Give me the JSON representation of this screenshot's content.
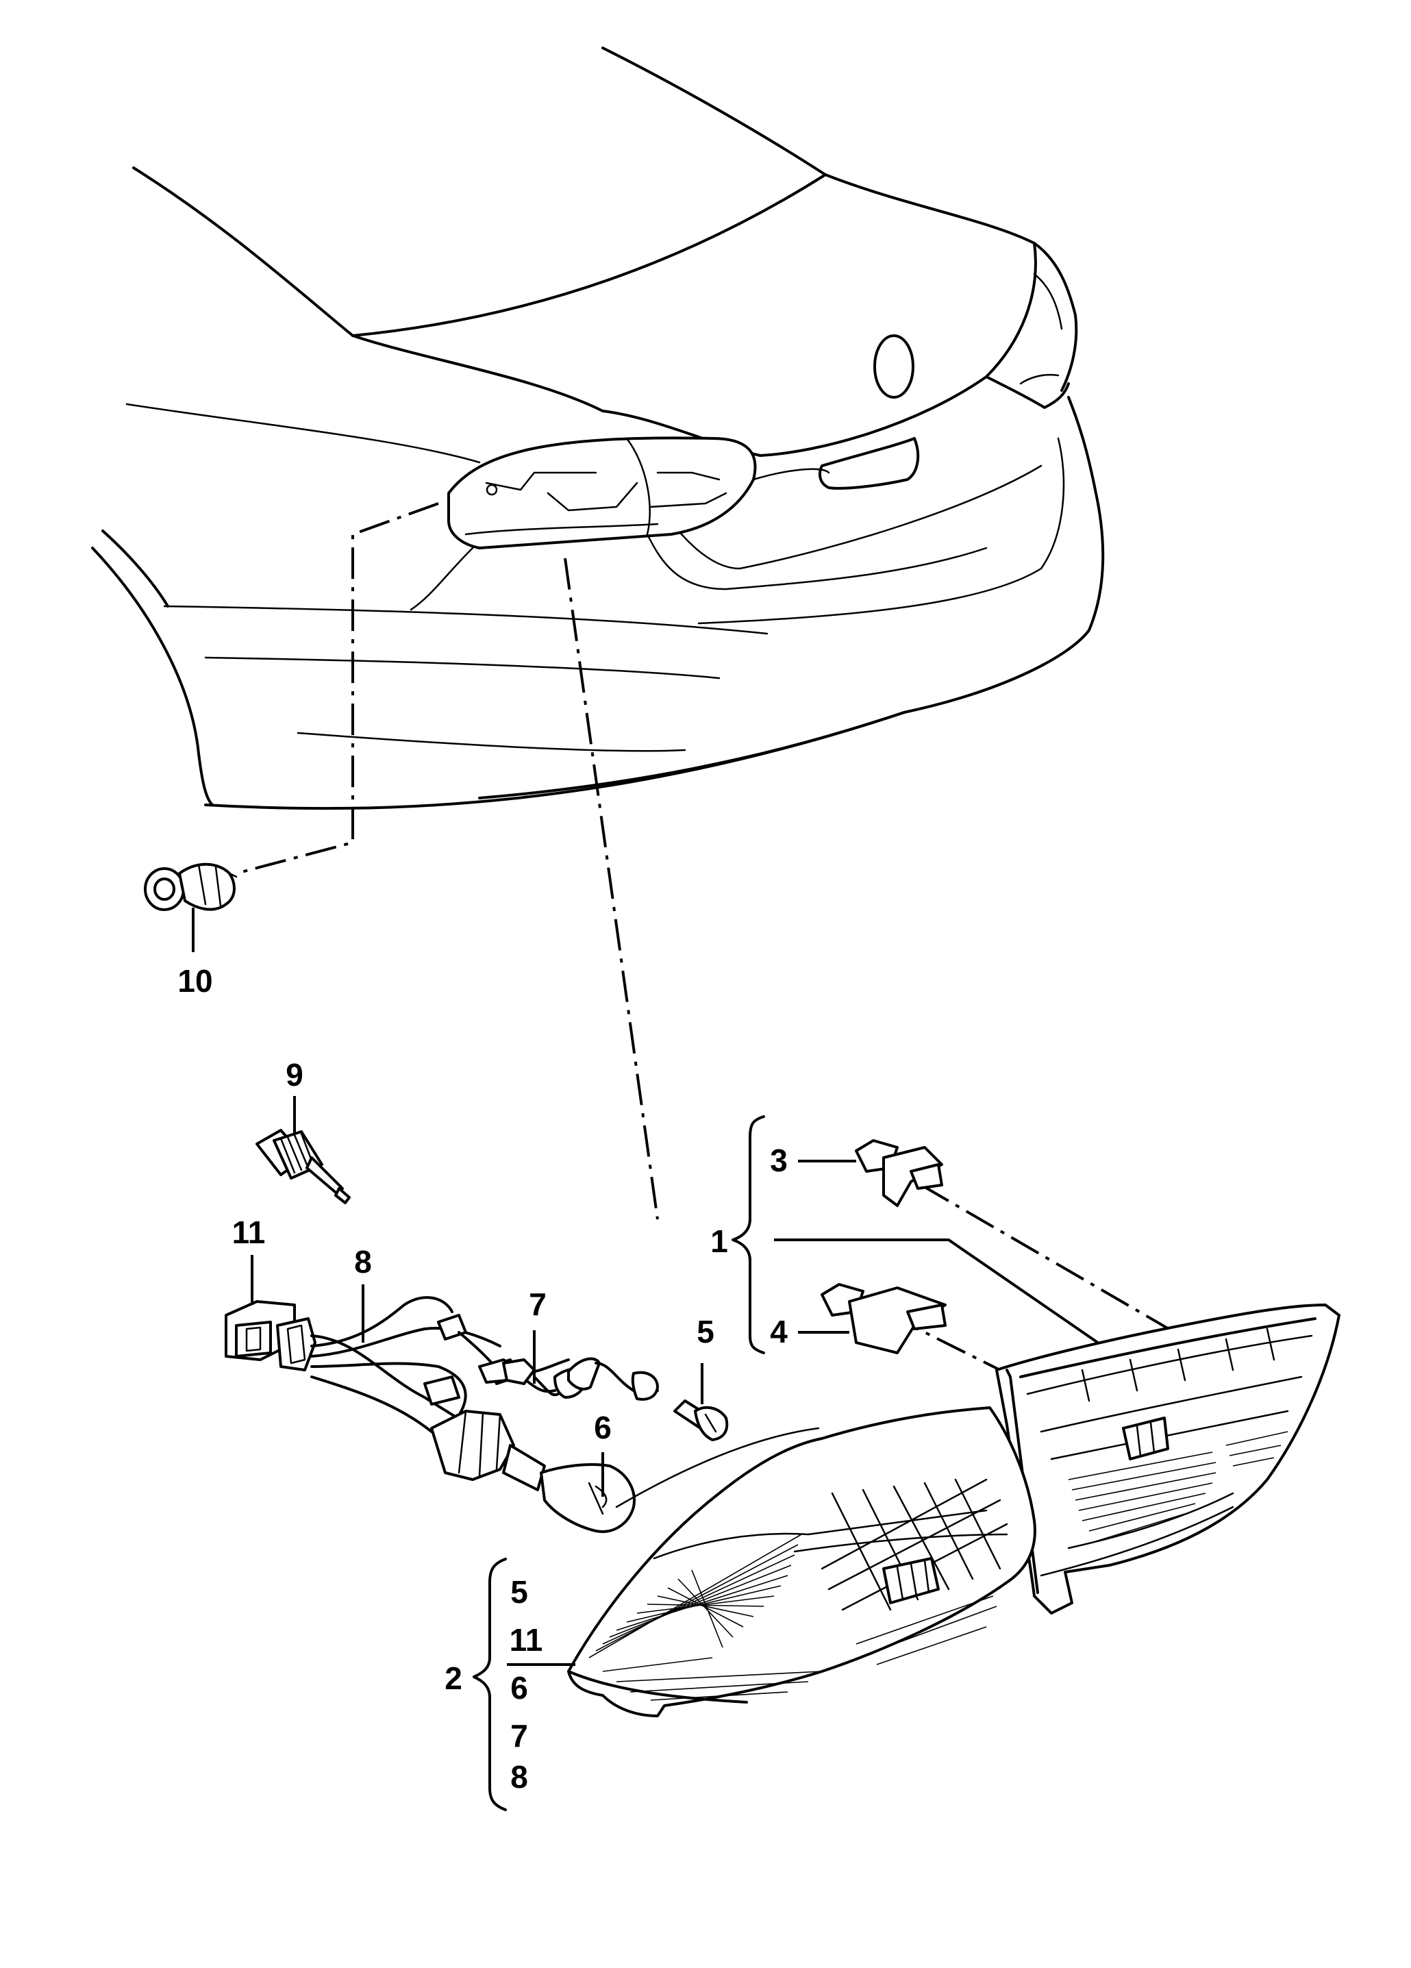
{
  "callouts": {
    "c1": "1",
    "c2": "2",
    "c3": "3",
    "c4": "4",
    "c5": "5",
    "c6": "6",
    "c7": "7",
    "c8": "8",
    "c9": "9",
    "c10": "10",
    "c11": "11"
  },
  "group_2_items": [
    "5",
    "11",
    "6",
    "7",
    "8"
  ]
}
